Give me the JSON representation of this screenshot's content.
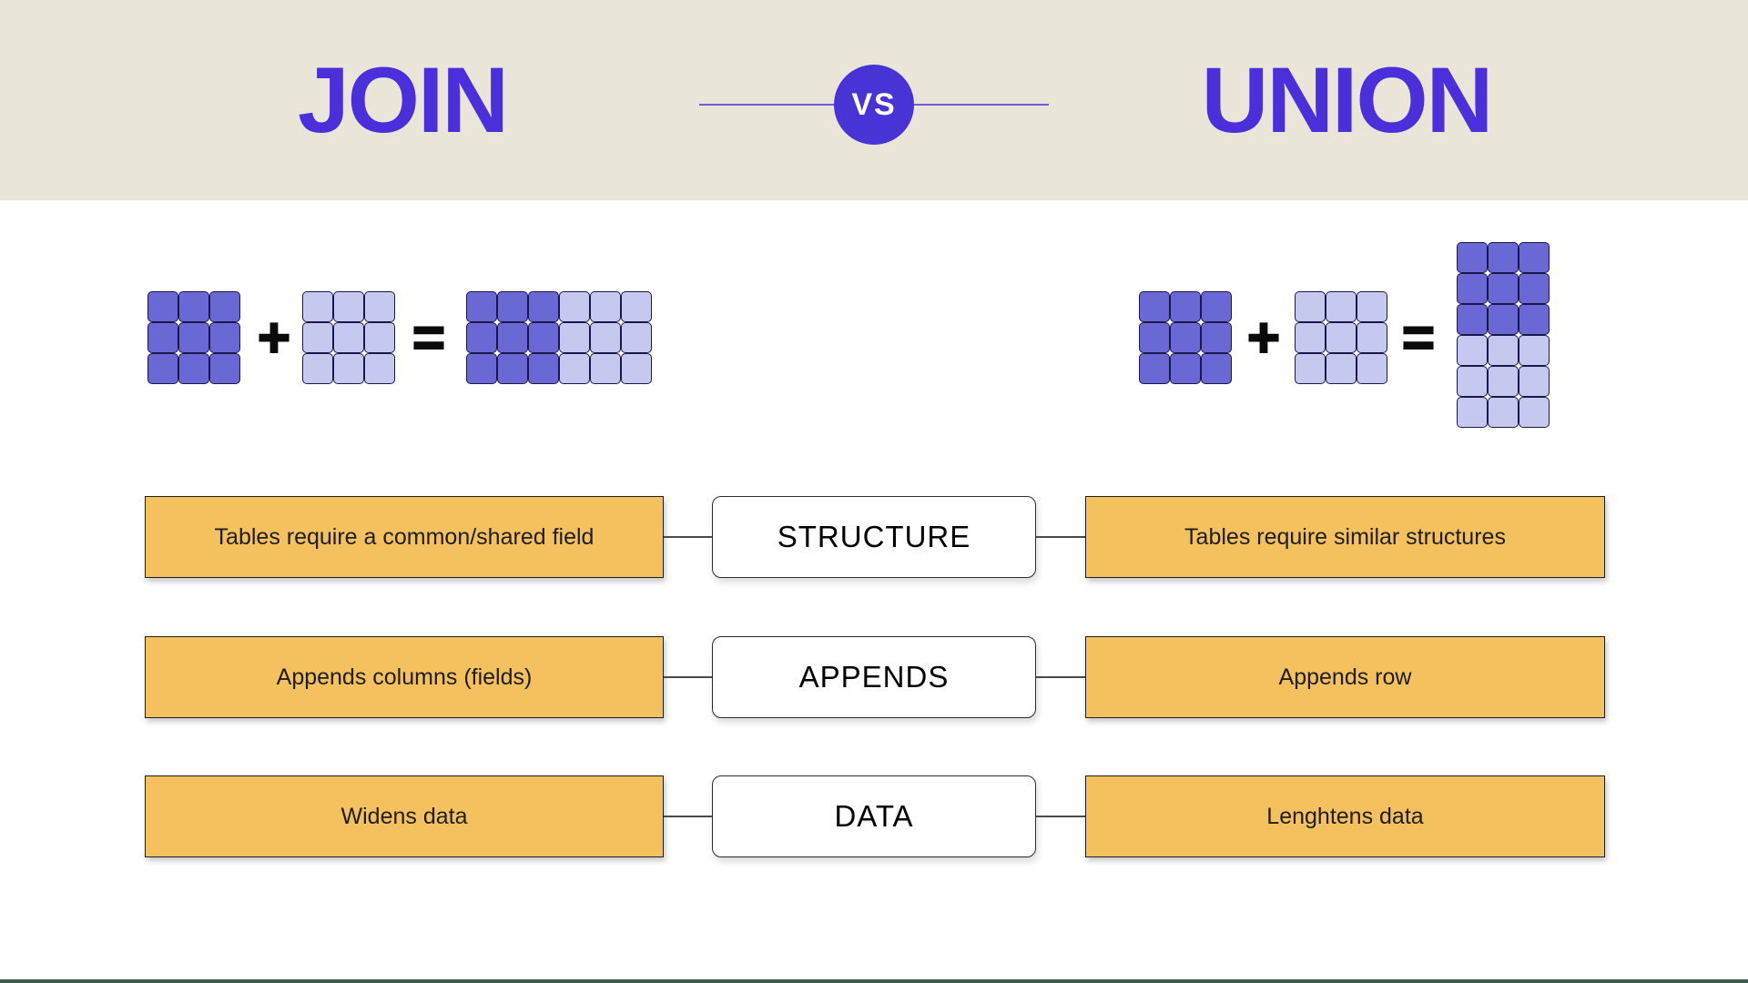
{
  "header": {
    "left_title": "JOIN",
    "vs_label": "VS",
    "right_title": "UNION"
  },
  "equation_signs": {
    "plus": "+",
    "equals": "="
  },
  "grids": [
    {
      "id": "join-operand-dark",
      "rows": 3,
      "cols": 3,
      "pattern": "dark"
    },
    {
      "id": "join-operand-light",
      "rows": 3,
      "cols": 3,
      "pattern": "light"
    },
    {
      "id": "join-result",
      "rows": 3,
      "cols": 6,
      "pattern": "half-cols"
    },
    {
      "id": "union-operand-dark",
      "rows": 3,
      "cols": 3,
      "pattern": "dark"
    },
    {
      "id": "union-operand-light",
      "rows": 3,
      "cols": 3,
      "pattern": "light"
    },
    {
      "id": "union-result",
      "rows": 6,
      "cols": 3,
      "pattern": "half-rows"
    }
  ],
  "comparison_rows": [
    {
      "category": "STRUCTURE",
      "join": "Tables require a common/shared field",
      "union": "Tables require similar structures"
    },
    {
      "category": "APPENDS",
      "join": "Appends columns (fields)",
      "union": "Appends row"
    },
    {
      "category": "DATA",
      "join": "Widens data",
      "union": "Lenghtens data"
    }
  ],
  "colors": {
    "band_bg": "#E9E5D9",
    "title_purple": "#4B2FDB",
    "vs_circle": "#4733D6",
    "vs_text": "#FFFFFF",
    "divider_line": "#6A5BE0",
    "cell_dark": "#6A68D4",
    "cell_light": "#C5C9EF",
    "cell_border": "#18184A",
    "yellow": "#F5C15E",
    "yellow_border": "#1F1F1F",
    "box_text": "#1E1E1E",
    "center_border": "#2B2B2B",
    "connector": "#4A4A4A",
    "bottom_bar": "#3E5B4A",
    "page_bg": "#FFFFFF"
  }
}
